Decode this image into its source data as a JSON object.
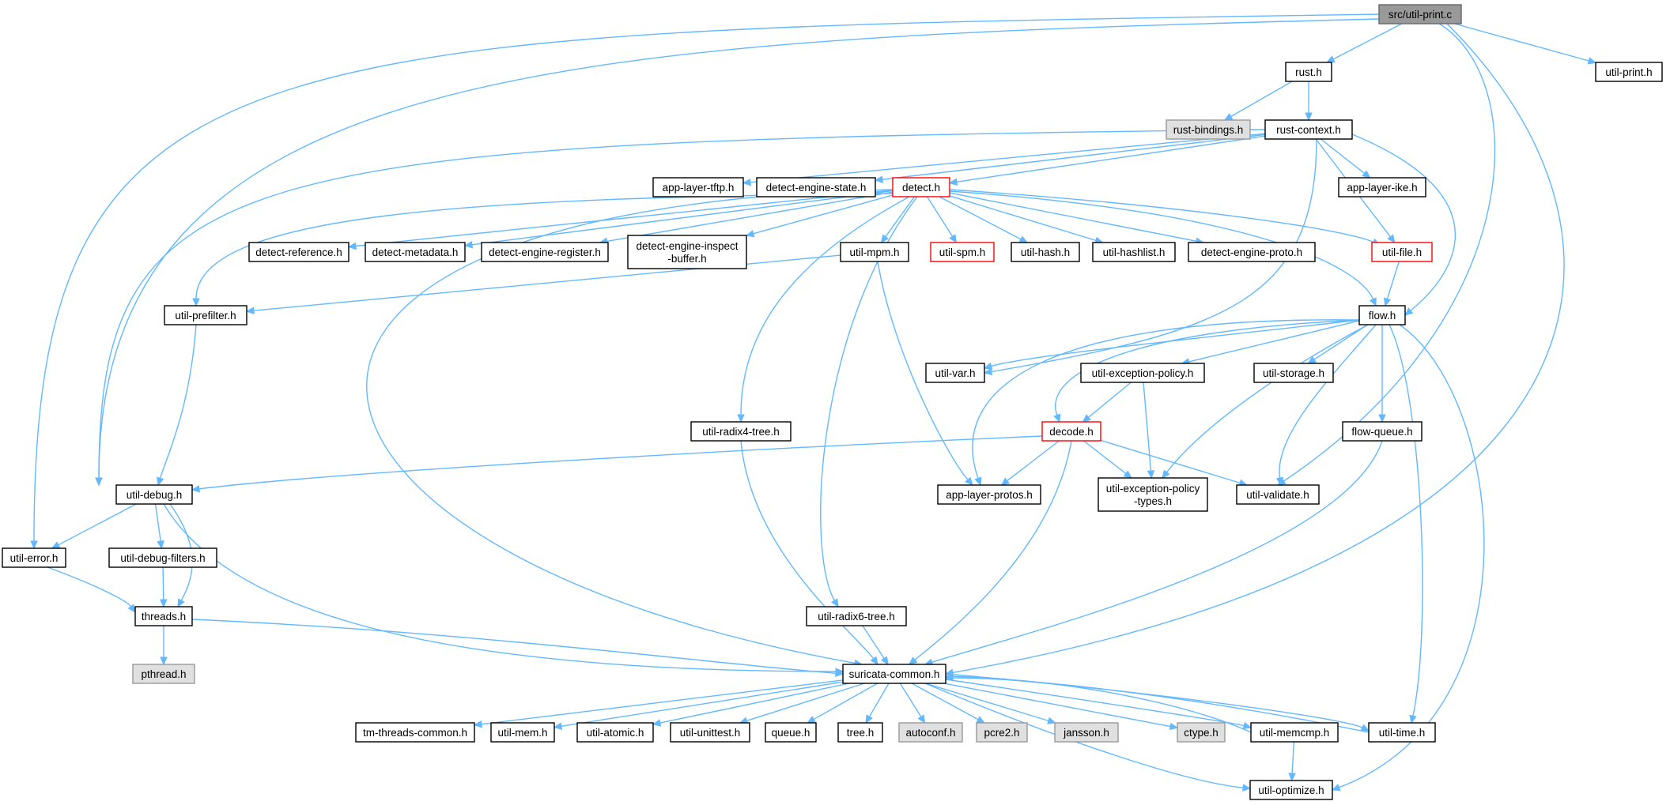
{
  "colors": {
    "edge": "#63b8ff",
    "root_fill": "#999999",
    "root_border": "#666666",
    "default_fill": "#ffffff",
    "default_border": "#000000",
    "truncated_border": "#ff0000",
    "system_fill": "#e0e0e0",
    "system_border": "#999999",
    "text": "#000000"
  },
  "nodes": [
    {
      "id": "util_print_c",
      "label": [
        "src/util-print.c"
      ],
      "style": "root"
    },
    {
      "id": "rust_h",
      "label": [
        "rust.h"
      ],
      "style": "default"
    },
    {
      "id": "util_print_h",
      "label": [
        "util-print.h"
      ],
      "style": "default"
    },
    {
      "id": "rust_bindings_h",
      "label": [
        "rust-bindings.h"
      ],
      "style": "system"
    },
    {
      "id": "rust_context_h",
      "label": [
        "rust-context.h"
      ],
      "style": "default"
    },
    {
      "id": "app_layer_tftp_h",
      "label": [
        "app-layer-tftp.h"
      ],
      "style": "default"
    },
    {
      "id": "detect_engine_state_h",
      "label": [
        "detect-engine-state.h"
      ],
      "style": "default"
    },
    {
      "id": "detect_h",
      "label": [
        "detect.h"
      ],
      "style": "truncated"
    },
    {
      "id": "app_layer_ike_h",
      "label": [
        "app-layer-ike.h"
      ],
      "style": "default"
    },
    {
      "id": "detect_reference_h",
      "label": [
        "detect-reference.h"
      ],
      "style": "default"
    },
    {
      "id": "detect_metadata_h",
      "label": [
        "detect-metadata.h"
      ],
      "style": "default"
    },
    {
      "id": "detect_engine_register_h",
      "label": [
        "detect-engine-register.h"
      ],
      "style": "default"
    },
    {
      "id": "detect_engine_inspect_buffer_h",
      "label": [
        "detect-engine-inspect",
        "-buffer.h"
      ],
      "style": "default"
    },
    {
      "id": "util_mpm_h",
      "label": [
        "util-mpm.h"
      ],
      "style": "default"
    },
    {
      "id": "util_spm_h",
      "label": [
        "util-spm.h"
      ],
      "style": "truncated"
    },
    {
      "id": "util_hash_h",
      "label": [
        "util-hash.h"
      ],
      "style": "default"
    },
    {
      "id": "util_hashlist_h",
      "label": [
        "util-hashlist.h"
      ],
      "style": "default"
    },
    {
      "id": "detect_engine_proto_h",
      "label": [
        "detect-engine-proto.h"
      ],
      "style": "default"
    },
    {
      "id": "util_file_h",
      "label": [
        "util-file.h"
      ],
      "style": "truncated"
    },
    {
      "id": "util_prefilter_h",
      "label": [
        "util-prefilter.h"
      ],
      "style": "default"
    },
    {
      "id": "flow_h",
      "label": [
        "flow.h"
      ],
      "style": "default"
    },
    {
      "id": "util_var_h",
      "label": [
        "util-var.h"
      ],
      "style": "default"
    },
    {
      "id": "util_exception_policy_h",
      "label": [
        "util-exception-policy.h"
      ],
      "style": "default"
    },
    {
      "id": "util_storage_h",
      "label": [
        "util-storage.h"
      ],
      "style": "default"
    },
    {
      "id": "util_radix4_tree_h",
      "label": [
        "util-radix4-tree.h"
      ],
      "style": "default"
    },
    {
      "id": "decode_h",
      "label": [
        "decode.h"
      ],
      "style": "truncated"
    },
    {
      "id": "flow_queue_h",
      "label": [
        "flow-queue.h"
      ],
      "style": "default"
    },
    {
      "id": "util_debug_h",
      "label": [
        "util-debug.h"
      ],
      "style": "default"
    },
    {
      "id": "app_layer_protos_h",
      "label": [
        "app-layer-protos.h"
      ],
      "style": "default"
    },
    {
      "id": "util_exception_policy_types_h",
      "label": [
        "util-exception-policy",
        "-types.h"
      ],
      "style": "default"
    },
    {
      "id": "util_validate_h",
      "label": [
        "util-validate.h"
      ],
      "style": "default"
    },
    {
      "id": "util_error_h",
      "label": [
        "util-error.h"
      ],
      "style": "default"
    },
    {
      "id": "util_debug_filters_h",
      "label": [
        "util-debug-filters.h"
      ],
      "style": "default"
    },
    {
      "id": "threads_h",
      "label": [
        "threads.h"
      ],
      "style": "default"
    },
    {
      "id": "util_radix6_tree_h",
      "label": [
        "util-radix6-tree.h"
      ],
      "style": "default"
    },
    {
      "id": "pthread_h",
      "label": [
        "pthread.h"
      ],
      "style": "system"
    },
    {
      "id": "suricata_common_h",
      "label": [
        "suricata-common.h"
      ],
      "style": "default"
    },
    {
      "id": "tm_threads_common_h",
      "label": [
        "tm-threads-common.h"
      ],
      "style": "default"
    },
    {
      "id": "util_mem_h",
      "label": [
        "util-mem.h"
      ],
      "style": "default"
    },
    {
      "id": "util_atomic_h",
      "label": [
        "util-atomic.h"
      ],
      "style": "default"
    },
    {
      "id": "util_unittest_h",
      "label": [
        "util-unittest.h"
      ],
      "style": "default"
    },
    {
      "id": "queue_h",
      "label": [
        "queue.h"
      ],
      "style": "default"
    },
    {
      "id": "tree_h",
      "label": [
        "tree.h"
      ],
      "style": "default"
    },
    {
      "id": "autoconf_h",
      "label": [
        "autoconf.h"
      ],
      "style": "system"
    },
    {
      "id": "pcre2_h",
      "label": [
        "pcre2.h"
      ],
      "style": "system"
    },
    {
      "id": "jansson_h",
      "label": [
        "jansson.h"
      ],
      "style": "system"
    },
    {
      "id": "ctype_h",
      "label": [
        "ctype.h"
      ],
      "style": "system"
    },
    {
      "id": "util_memcmp_h",
      "label": [
        "util-memcmp.h"
      ],
      "style": "default"
    },
    {
      "id": "util_time_h",
      "label": [
        "util-time.h"
      ],
      "style": "default"
    },
    {
      "id": "util_optimize_h",
      "label": [
        "util-optimize.h"
      ],
      "style": "default"
    }
  ],
  "edges": [
    [
      "util_print_c",
      "rust_h"
    ],
    [
      "util_print_c",
      "util_print_h"
    ],
    [
      "util_print_c",
      "util_error_h"
    ],
    [
      "util_print_c",
      "util_debug_h"
    ],
    [
      "util_print_c",
      "util_validate_h"
    ],
    [
      "util_print_c",
      "suricata_common_h"
    ],
    [
      "rust_h",
      "rust_bindings_h"
    ],
    [
      "rust_h",
      "rust_context_h"
    ],
    [
      "rust_context_h",
      "app_layer_tftp_h"
    ],
    [
      "rust_context_h",
      "detect_engine_state_h"
    ],
    [
      "rust_context_h",
      "detect_h"
    ],
    [
      "rust_context_h",
      "app_layer_ike_h"
    ],
    [
      "rust_context_h",
      "util_file_h"
    ],
    [
      "rust_context_h",
      "flow_h"
    ],
    [
      "rust_context_h",
      "util_var_h"
    ],
    [
      "rust_context_h",
      "util_debug_h"
    ],
    [
      "detect_h",
      "detect_reference_h"
    ],
    [
      "detect_h",
      "detect_metadata_h"
    ],
    [
      "detect_h",
      "detect_engine_register_h"
    ],
    [
      "detect_h",
      "detect_engine_inspect_buffer_h"
    ],
    [
      "detect_h",
      "util_mpm_h"
    ],
    [
      "detect_h",
      "util_spm_h"
    ],
    [
      "detect_h",
      "util_hash_h"
    ],
    [
      "detect_h",
      "util_hashlist_h"
    ],
    [
      "detect_h",
      "detect_engine_proto_h"
    ],
    [
      "detect_h",
      "util_file_h"
    ],
    [
      "detect_h",
      "util_prefilter_h"
    ],
    [
      "detect_h",
      "flow_h"
    ],
    [
      "detect_h",
      "util_radix4_tree_h"
    ],
    [
      "detect_h",
      "util_radix6_tree_h"
    ],
    [
      "detect_h",
      "suricata_common_h"
    ],
    [
      "util_mpm_h",
      "util_prefilter_h"
    ],
    [
      "util_mpm_h",
      "app_layer_protos_h"
    ],
    [
      "util_file_h",
      "flow_h"
    ],
    [
      "util_prefilter_h",
      "util_debug_h"
    ],
    [
      "flow_h",
      "util_var_h"
    ],
    [
      "flow_h",
      "util_exception_policy_h"
    ],
    [
      "flow_h",
      "util_storage_h"
    ],
    [
      "flow_h",
      "decode_h"
    ],
    [
      "flow_h",
      "app_layer_protos_h"
    ],
    [
      "flow_h",
      "util_exception_policy_types_h"
    ],
    [
      "flow_h",
      "util_validate_h"
    ],
    [
      "flow_h",
      "flow_queue_h"
    ],
    [
      "flow_h",
      "util_time_h"
    ],
    [
      "flow_h",
      "util_optimize_h"
    ],
    [
      "util_exception_policy_h",
      "decode_h"
    ],
    [
      "util_exception_policy_h",
      "util_exception_policy_types_h"
    ],
    [
      "decode_h",
      "util_debug_h"
    ],
    [
      "decode_h",
      "app_layer_protos_h"
    ],
    [
      "decode_h",
      "util_exception_policy_types_h"
    ],
    [
      "decode_h",
      "util_validate_h"
    ],
    [
      "decode_h",
      "suricata_common_h"
    ],
    [
      "flow_queue_h",
      "suricata_common_h"
    ],
    [
      "util_radix4_tree_h",
      "suricata_common_h"
    ],
    [
      "util_debug_h",
      "util_error_h"
    ],
    [
      "util_debug_h",
      "util_debug_filters_h"
    ],
    [
      "util_debug_h",
      "threads_h"
    ],
    [
      "util_debug_h",
      "suricata_common_h"
    ],
    [
      "util_error_h",
      "threads_h"
    ],
    [
      "util_debug_filters_h",
      "threads_h"
    ],
    [
      "threads_h",
      "pthread_h"
    ],
    [
      "threads_h",
      "suricata_common_h"
    ],
    [
      "util_radix6_tree_h",
      "suricata_common_h"
    ],
    [
      "suricata_common_h",
      "tm_threads_common_h"
    ],
    [
      "suricata_common_h",
      "util_mem_h"
    ],
    [
      "suricata_common_h",
      "util_atomic_h"
    ],
    [
      "suricata_common_h",
      "util_unittest_h"
    ],
    [
      "suricata_common_h",
      "queue_h"
    ],
    [
      "suricata_common_h",
      "tree_h"
    ],
    [
      "suricata_common_h",
      "autoconf_h"
    ],
    [
      "suricata_common_h",
      "pcre2_h"
    ],
    [
      "suricata_common_h",
      "jansson_h"
    ],
    [
      "suricata_common_h",
      "ctype_h"
    ],
    [
      "suricata_common_h",
      "util_memcmp_h"
    ],
    [
      "suricata_common_h",
      "util_time_h"
    ],
    [
      "suricata_common_h",
      "util_optimize_h"
    ],
    [
      "util_memcmp_h",
      "suricata_common_h"
    ],
    [
      "util_memcmp_h",
      "util_optimize_h"
    ],
    [
      "util_time_h",
      "suricata_common_h"
    ]
  ]
}
